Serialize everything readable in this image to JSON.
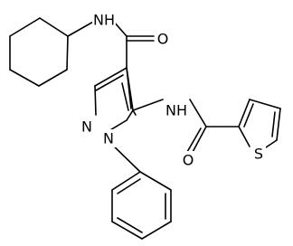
{
  "diagram": {
    "type": "chemical-structure",
    "atom_labels": {
      "amide_nh_top": "NH",
      "amide_o_top": "O",
      "pyrazole_n2": "N",
      "pyrazole_n1": "N",
      "amide_nh_mid": "NH",
      "amide_o_bottom": "O",
      "thiophene_s": "S"
    },
    "colors": {
      "bond": "#000000",
      "label": "#000000",
      "background": "#ffffff"
    }
  }
}
